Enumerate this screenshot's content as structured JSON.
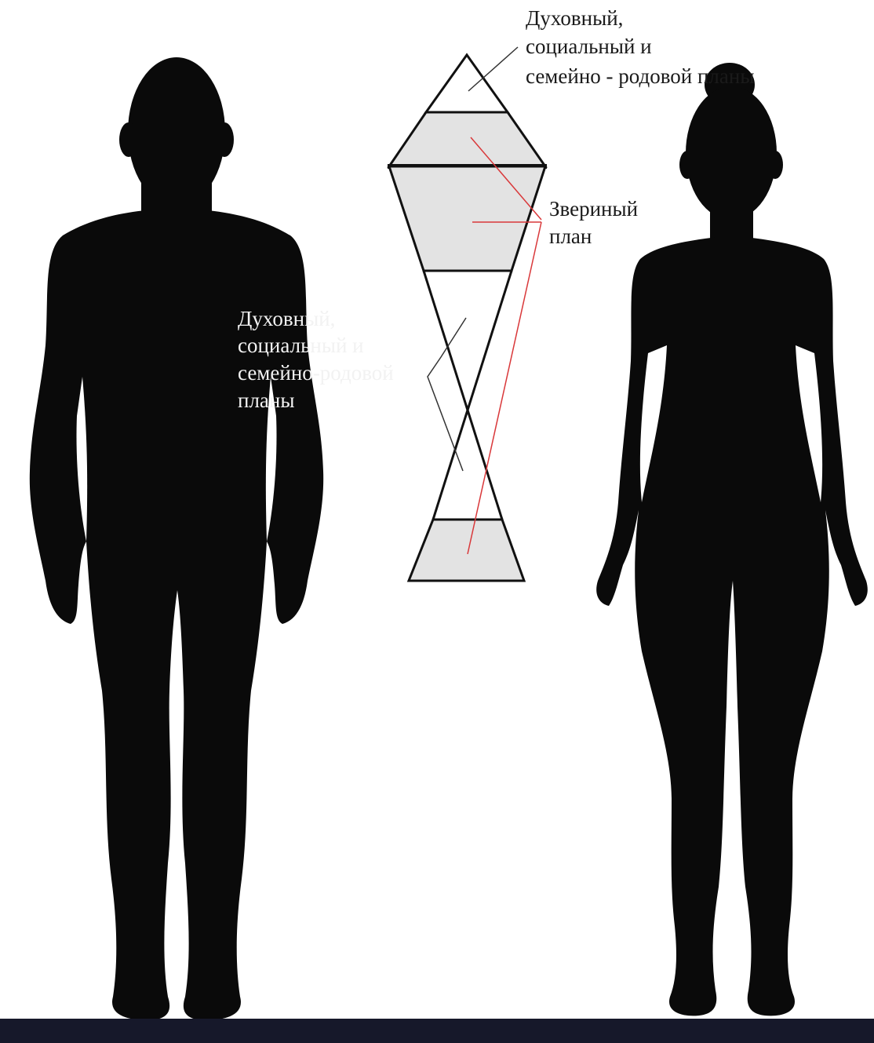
{
  "diagram": {
    "labels": {
      "top_right": [
        "Духовный,",
        "социальный и",
        "семейно - родовой планы"
      ],
      "middle": [
        "Звериный",
        "план"
      ],
      "left": [
        "Духовный,",
        "социальный и",
        "семейно-родовой",
        "планы"
      ]
    },
    "figures": [
      "male-silhouette",
      "female-silhouette"
    ],
    "colors": {
      "silhouette": "#0a0a0a",
      "band_fill": "#e3e3e3",
      "outline": "#111111",
      "leader_red": "#d9383a",
      "leader_dark": "#333333",
      "floor": "#16182a"
    }
  }
}
